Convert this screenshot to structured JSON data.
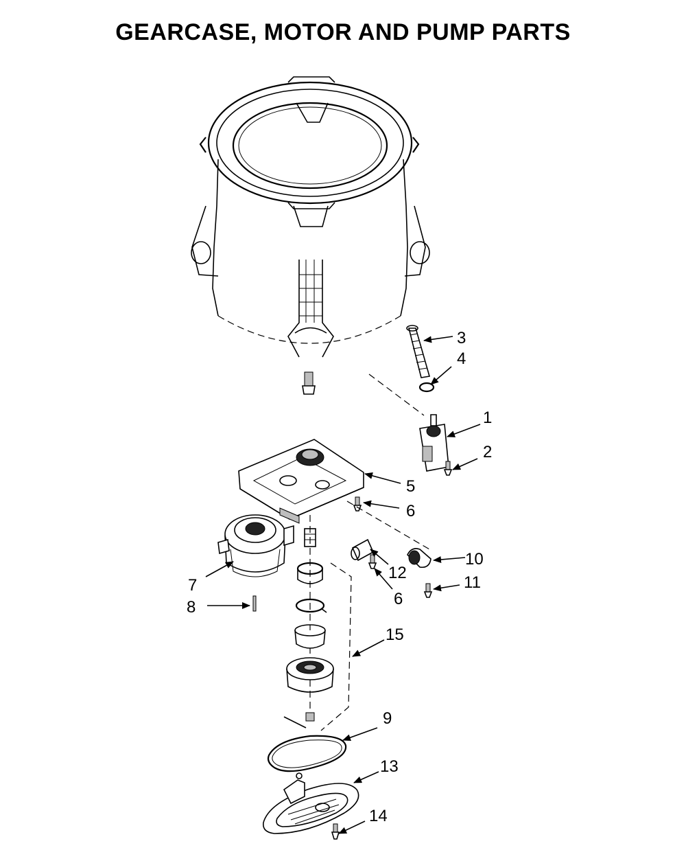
{
  "title": "GEARCASE, MOTOR AND PUMP PARTS",
  "callouts": [
    {
      "id": "c1",
      "label": "1"
    },
    {
      "id": "c2",
      "label": "2"
    },
    {
      "id": "c3",
      "label": "3"
    },
    {
      "id": "c4",
      "label": "4"
    },
    {
      "id": "c5",
      "label": "5"
    },
    {
      "id": "c6a",
      "label": "6"
    },
    {
      "id": "c6b",
      "label": "6"
    },
    {
      "id": "c7",
      "label": "7"
    },
    {
      "id": "c8",
      "label": "8"
    },
    {
      "id": "c9",
      "label": "9"
    },
    {
      "id": "c10",
      "label": "10"
    },
    {
      "id": "c11",
      "label": "11"
    },
    {
      "id": "c12",
      "label": "12"
    },
    {
      "id": "c13",
      "label": "13"
    },
    {
      "id": "c14",
      "label": "14"
    },
    {
      "id": "c15",
      "label": "15"
    }
  ]
}
